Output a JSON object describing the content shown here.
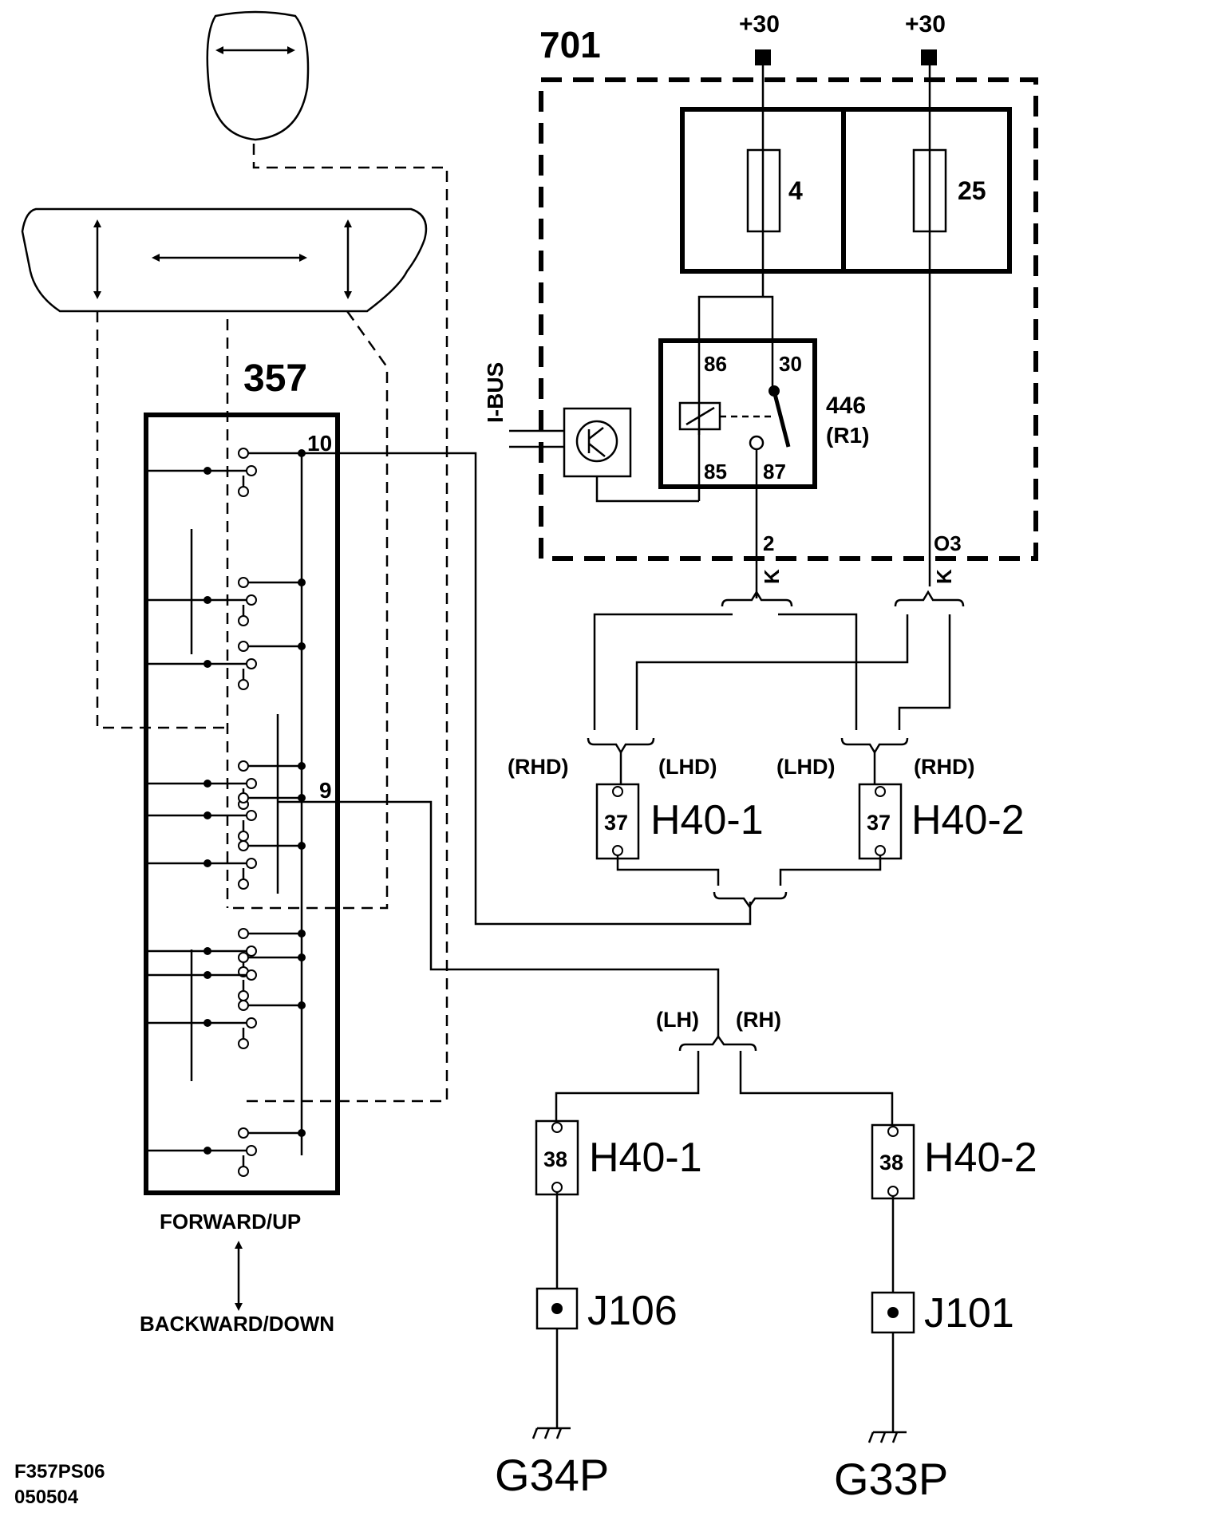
{
  "labels": {
    "module_357": "357",
    "module_701": "701",
    "supply_a": "+30",
    "supply_b": "+30",
    "fuse_a": "4",
    "fuse_b": "25",
    "relay_pin_86": "86",
    "relay_pin_30": "30",
    "relay_pin_85": "85",
    "relay_pin_87": "87",
    "relay_id": "446",
    "relay_ref": "(R1)",
    "ibus": "I-BUS",
    "switch_pin_10": "10",
    "switch_pin_9": "9",
    "out_2": "2",
    "out_o3": "O3",
    "wire_k1": "K",
    "wire_k2": "K",
    "rhd_1": "(RHD)",
    "lhd_1": "(LHD)",
    "lhd_2": "(LHD)",
    "rhd_2": "(RHD)",
    "conn_37a": "37",
    "conn_37b": "37",
    "h40_1_top": "H40-1",
    "h40_2_top": "H40-2",
    "lh": "(LH)",
    "rh": "(RH)",
    "conn_38a": "38",
    "conn_38b": "38",
    "h40_1_bot": "H40-1",
    "h40_2_bot": "H40-2",
    "j106": "J106",
    "j101": "J101",
    "g34p": "G34P",
    "g33p": "G33P",
    "forward_up": "FORWARD/UP",
    "backward_down": "BACKWARD/DOWN",
    "ref_code": "F357PS06",
    "ref_date": "050504"
  }
}
